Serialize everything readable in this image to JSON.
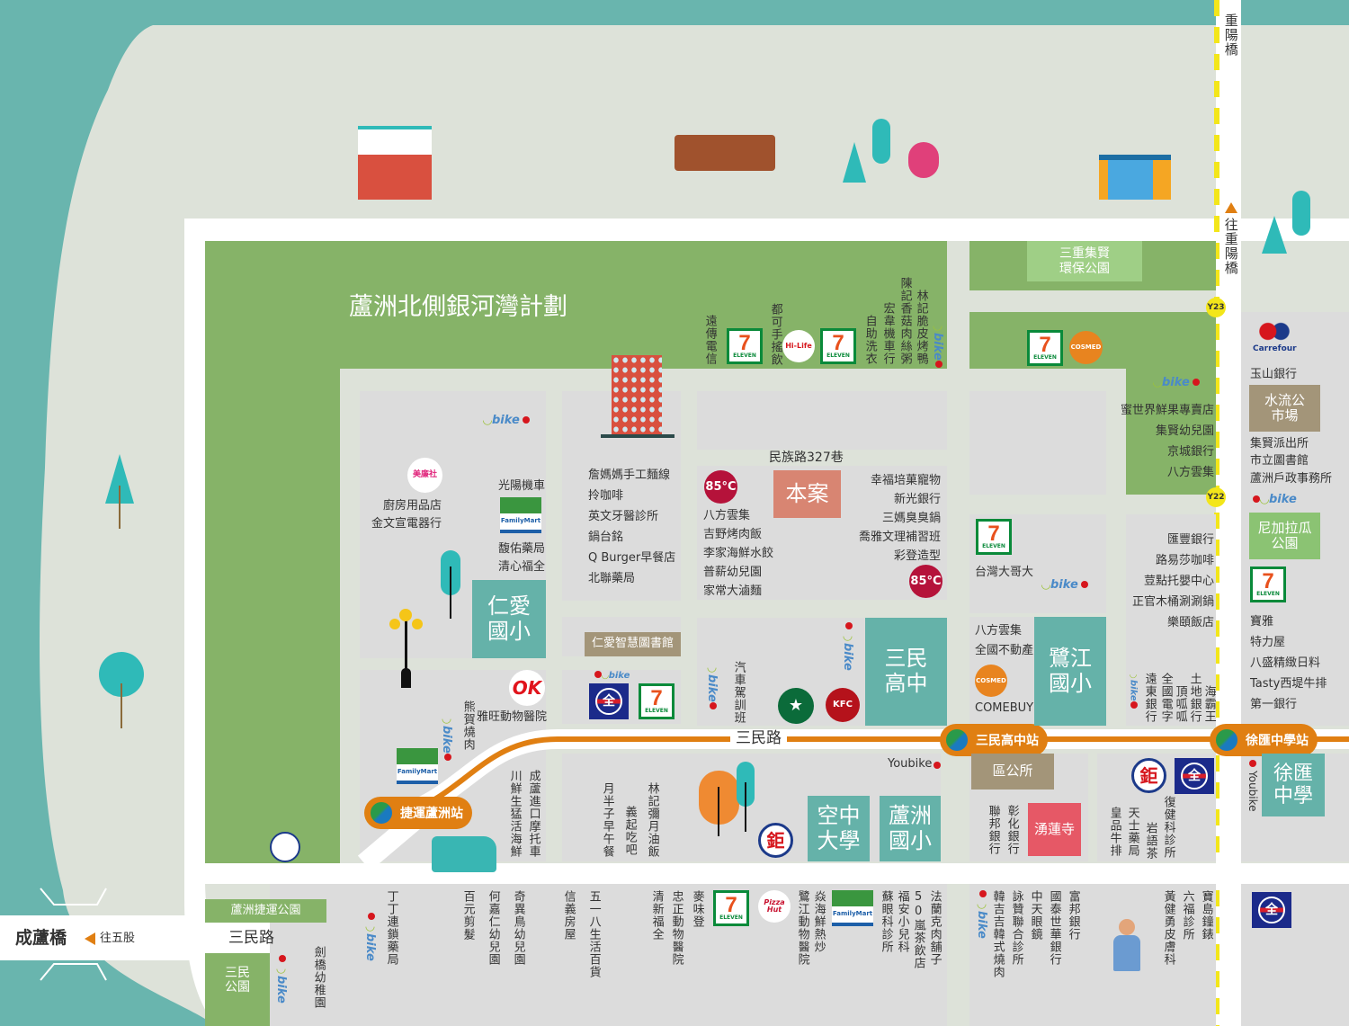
{
  "map": {
    "title": "蘆洲北側銀河灣計劃",
    "project_label": "本案",
    "roads": {
      "sanmin": "三民路",
      "sanmin_left": "三民路",
      "minzu_lane": "民族路327巷"
    },
    "bridges": {
      "chenglu": "成蘆橋",
      "chongyang": "重陽橋",
      "to_wugu": "往五股",
      "to_chongyang": "往重陽橋"
    },
    "stations": {
      "luzhou": "捷運蘆洲站",
      "sanmin_high": "三民高中站",
      "xuhui": "徐匯中學站",
      "y23": "Y23",
      "y22": "Y22"
    },
    "landmarks": {
      "renai_elem": "仁愛\n國小",
      "renai_library": "仁愛智慧圖書館",
      "sanmin_high": "三民\n高中",
      "lujiang_elem": "鷺江\n國小",
      "open_univ": "空中\n大學",
      "luzhou_elem": "蘆洲\n國小",
      "district_office": "區公所",
      "yonglian_temple": "湧蓮寺",
      "xuhui_high": "徐匯\n中學",
      "shuiliu_market": "水流公\n市場",
      "nicaragua_park": "尼加拉瓜\n公園",
      "sanchong_park": "三重集賢\n環保公園",
      "mrt_park": "蘆洲捷運公園",
      "sanmin_park": "三民\n公園"
    },
    "pois": {
      "top_band": [
        "遠傳電信",
        "都可手搖飲",
        "自助洗衣",
        "宏韋機車行",
        "陳記香菇肉絲粥",
        "林記脆皮烤鴨"
      ],
      "project_left": [
        "八方雲集",
        "吉野烤肉飯",
        "李家海鮮水餃",
        "普薪幼兒園",
        "家常大滷麵"
      ],
      "project_right": [
        "幸福培菓寵物",
        "新光銀行",
        "三媽臭臭鍋",
        "喬雅文理補習班",
        "彩登造型"
      ],
      "renai_block": [
        "廚房用品店",
        "金文宣電器行",
        "光陽機車",
        "馥佑藥局",
        "清心福全"
      ],
      "middle_block": [
        "詹媽媽手工麵線",
        "拎咖啡",
        "英文牙醫診所",
        "鍋台銘",
        "Q Burger早餐店",
        "北聯藥局"
      ],
      "station_block": [
        "雅旺動物醫院",
        "熊賀燒肉",
        "川鮮生猛活海鮮",
        "成蘆進口摩托車"
      ],
      "sanmin_high_block": [
        "汽車駕訓班"
      ],
      "south_block": [
        "月半子早午餐",
        "義起吃吧",
        "林記彌月油飯",
        "Youbike"
      ],
      "bottom_strip": [
        "丁丁連鎖藥局",
        "百元剪髮",
        "何嘉仁幼兒園",
        "奇異鳥幼兒園",
        "信義房屋",
        "五一八生活百貨",
        "清新福全",
        "忠正動物醫院",
        "麥味登",
        "鷺江動物醫院",
        "焱海鮮熱炒",
        "蘇眼科診所",
        "福安小兒科",
        "50嵐茶飲店",
        "法蘭克肉舖子"
      ],
      "ne_green": [
        "蜜世界鮮果專賣店",
        "集賢幼兒園",
        "京城銀行",
        "八方雲集"
      ],
      "lujiang_block": [
        "台灣大哥大",
        "八方雲集",
        "全國不動產",
        "COMEBUY"
      ],
      "east_block": [
        "匯豐銀行",
        "路易莎咖啡",
        "荳點托嬰中心",
        "正官木桶涮涮鍋",
        "樂頤飯店"
      ],
      "east_block_vertical": [
        "遠東銀行",
        "全國電字",
        "頂呱呱",
        "土地銀行",
        "海霸王"
      ],
      "far_east": [
        "玉山銀行",
        "集賢派出所",
        "市立圖書館",
        "蘆洲戶政事務所",
        "寶雅",
        "特力屋",
        "八盛精緻日料",
        "Tasty西堤牛排",
        "第一銀行"
      ],
      "district_block": [
        "聯邦銀行",
        "彰化銀行"
      ],
      "pxmart_block": [
        "皇品牛排",
        "天士藥局",
        "岩語茶",
        "復健科診所"
      ],
      "xuhui_block": [
        "Youbike"
      ],
      "se_strip": [
        "韓吉吉韓式燒肉",
        "詠贊聯合診所",
        "中天眼鏡",
        "國泰世華銀行",
        "富邦銀行",
        "黃健勇皮膚科",
        "六福診所",
        "寶島鐘錶"
      ],
      "sw_corner": [
        "劍橋幼稚園"
      ]
    },
    "logos": {
      "seven_num": "7",
      "seven_text": "ELEVEN",
      "familymart": "FamilyMart",
      "pxmart": "全",
      "c85": "85°C",
      "hilife": "Hi-Life",
      "cosmed": "COSMED",
      "carrefour": "Carrefour",
      "ok": "OK",
      "simple_mart": "美廉社",
      "ju": "鉅",
      "pizzahut": "Pizza Hut",
      "kfc": "KFC",
      "starbucks": "★",
      "ubike_u": "◡",
      "ubike_text": "bike"
    }
  },
  "colors": {
    "water": "#69b5ae",
    "park": "#86b368",
    "block": "#dcdcdc",
    "school": "#65b2a9",
    "civic": "#a39579",
    "project": "#d88572",
    "mrt_line": "#e07f12",
    "temple": "#e65866"
  }
}
